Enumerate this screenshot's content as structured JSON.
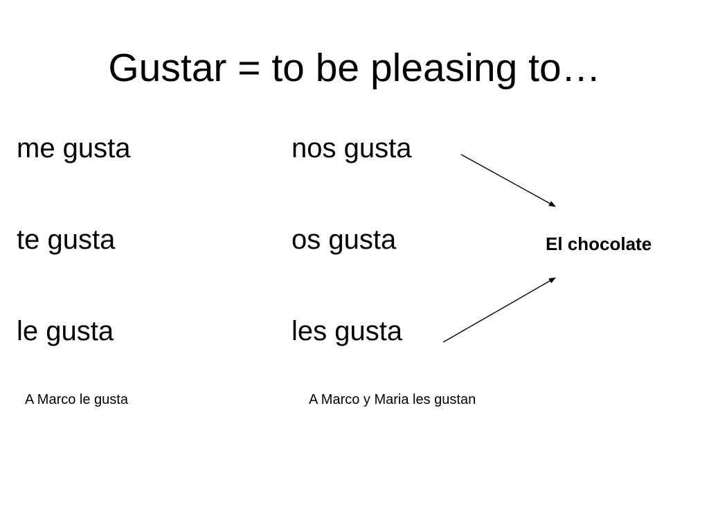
{
  "slide": {
    "title": "Gustar = to be pleasing to…",
    "singular": [
      "me gusta",
      "te gusta",
      "le gusta"
    ],
    "plural": [
      "nos gusta",
      "os gusta",
      "les gusta"
    ],
    "examples": [
      "A Marco le gusta",
      "A Marco y Maria les gustan"
    ],
    "target": "El chocolate"
  }
}
